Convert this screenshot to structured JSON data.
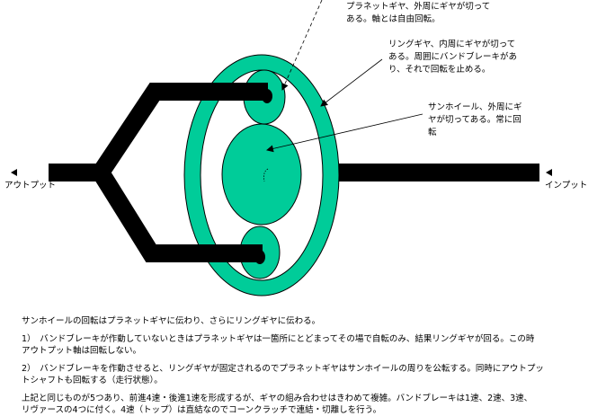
{
  "colors": {
    "gear": "#00cc99",
    "shaft": "#000000"
  },
  "labels": {
    "output": "アウトプット",
    "input": "インプット",
    "planet_gear": [
      "プラネットギヤ、外周にギヤが切って",
      "ある。軸とは自由回転。"
    ],
    "ring_gear": [
      "リングギヤ、内周にギヤが切って",
      "ある。周囲にバンドブレーキがあ",
      "り、それで回転を止める。"
    ],
    "sun_wheel": [
      "サンホイール、外周にギ",
      "ヤが切ってある。常に回",
      "転"
    ]
  },
  "description": {
    "intro": "サンホイールの回転はプラネットギヤに伝わり、さらにリングギヤに伝わる。",
    "case1": [
      "1）　バンドブレーキが作動していないときはプラネットギヤは一箇所にとどまってその場で自転のみ、結果リングギヤが回る。この時",
      "アウトプット軸は回転しない。"
    ],
    "case2": [
      "2）　バンドブレーキを作動させると、リングギヤが固定されるのでプラネットギヤはサンホイールの周りを公転する。同時にアウトプッ",
      "トシャフトも回転する（走行状態）。"
    ],
    "summary": [
      "上記と同じものが5つあり、前進4速・後進1速を形成するが、ギヤの組み合わせはきわめて複雑。バンドブレーキは1速、2速、3速、",
      "リヴァースの4つに付く。4速（トップ）は直結なのでコーンクラッチで連結・切離しを行う。"
    ]
  }
}
